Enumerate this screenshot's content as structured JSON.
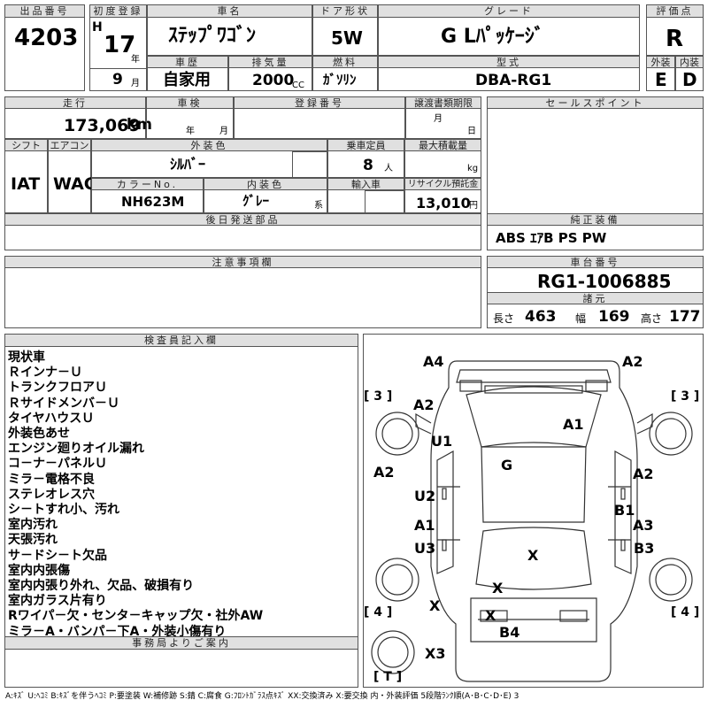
{
  "top": {
    "lot_no_label": "出品番号",
    "lot_no": "4203",
    "first_reg_label": "初度登録",
    "era": "H",
    "year": "17",
    "year_unit": "年",
    "month": "9",
    "month_unit": "月",
    "car_name_label": "車名",
    "car_name": "ｽﾃｯﾌﾟﾜｺﾞﾝ",
    "door_label": "ドア形状",
    "door": "5W",
    "grade_label": "グレード",
    "grade": "G Lﾊﾟｯｹｰｼﾞ",
    "score_label": "評価点",
    "score": "R",
    "history_label": "車歴",
    "history": "自家用",
    "displacement_label": "排気量",
    "displacement": "2000",
    "displacement_unit": "CC",
    "fuel_label": "燃料",
    "fuel": "ｶﾞｿﾘﾝ",
    "model_label": "型式",
    "model": "DBA-RG1",
    "ext_label": "外装",
    "ext_grade": "E",
    "int_label": "内装",
    "int_grade": "D"
  },
  "middle": {
    "mileage_label": "走行",
    "mileage": "173,069",
    "mileage_unit": "km",
    "inspection_label": "車検",
    "year_unit": "年",
    "month_unit": "月",
    "plate_label": "登録番号",
    "transfer_label": "譲渡書類期限",
    "month_unit2": "月",
    "day_unit": "日",
    "shift_label": "シフト",
    "shift": "IAT",
    "ac_label": "エアコン",
    "ac": "WAC",
    "ext_color_label": "外装色",
    "ext_color": "ｼﾙﾊﾞｰ",
    "capacity_label": "乗車定員",
    "capacity": "8",
    "capacity_unit": "人",
    "payload_label": "最大積載量",
    "payload_unit": "kg",
    "color_no_label": "カラーNo.",
    "color_no": "NH623M",
    "int_color_label": "内装色",
    "int_color": "ｸﾞﾚｰ",
    "int_color_suffix": "系",
    "import_label": "輸入車",
    "recycle_label": "リサイクル預託金",
    "recycle": "13,010",
    "recycle_unit": "円",
    "later_parts_label": "後日発送部品",
    "sales_label": "セールスポイント",
    "equip_label": "純正装備",
    "equip": "ABS ｴｱB PS PW",
    "caution_label": "注意事項欄",
    "chassis_label": "車台番号",
    "chassis": "RG1-1006885",
    "spec_label": "諸元",
    "length_label": "長さ",
    "length": "463",
    "width_label": "幅",
    "width": "169",
    "height_label": "高さ",
    "height": "177"
  },
  "inspector": {
    "label": "検査員記入欄",
    "notes": [
      "現状車",
      "Ｒインナ－Ｕ",
      "トランクフロアＵ",
      "Ｒサイドメンバ－Ｕ",
      "タイヤハウスＵ",
      "外装色あせ",
      "エンジン廻りオイル漏れ",
      "コ－ナ－パネルＵ",
      "ミラ－電格不良",
      "ステレオレス穴",
      "シ－トすれ小、汚れ",
      "室内汚れ",
      "天張汚れ",
      "サ－ドシ－ト欠品",
      "室内内張傷",
      "室内内張り外れ、欠品、破損有り",
      "室内ガラス片有り",
      "Rワイパ－欠・センタ－キャップ欠・社外AW",
      "ミラ－A・バンパ－下A・外装小傷有り"
    ],
    "office_label": "事務局よりご案内"
  },
  "diagram": {
    "marks": {
      "a4": "A4",
      "a2_tr": "A2",
      "a2_l1": "A2",
      "a1_r": "A1",
      "u1": "U1",
      "g": "G",
      "a2_l2": "A2",
      "a2_r": "A2",
      "u2": "U2",
      "b1": "B1",
      "a1_l": "A1",
      "a3": "A3",
      "u3": "U3",
      "b3": "B3",
      "x1": "X",
      "x2": "X",
      "x3": "X",
      "x4": "X",
      "b4": "B4",
      "x3b": "X3"
    },
    "tire_labels": {
      "fl": "[ 3 ]",
      "fr": "[ 3 ]",
      "rl": "[ 4 ]",
      "rr": "[ 4 ]",
      "spare": "[ T ]"
    }
  },
  "legend": "A:ｷｽﾞ U:ﾍｺﾐ B:ｷｽﾞを伴うﾍｺﾐ P:要塗装 W:補修跡 S:錆 C:腐食 G:ﾌﾛﾝﾄｶﾞﾗｽ点ｷｽﾞ XX:交換済み X:要交換 内・外装評価 5段階ﾗﾝｸ順(A･B･C･D･E) 3"
}
